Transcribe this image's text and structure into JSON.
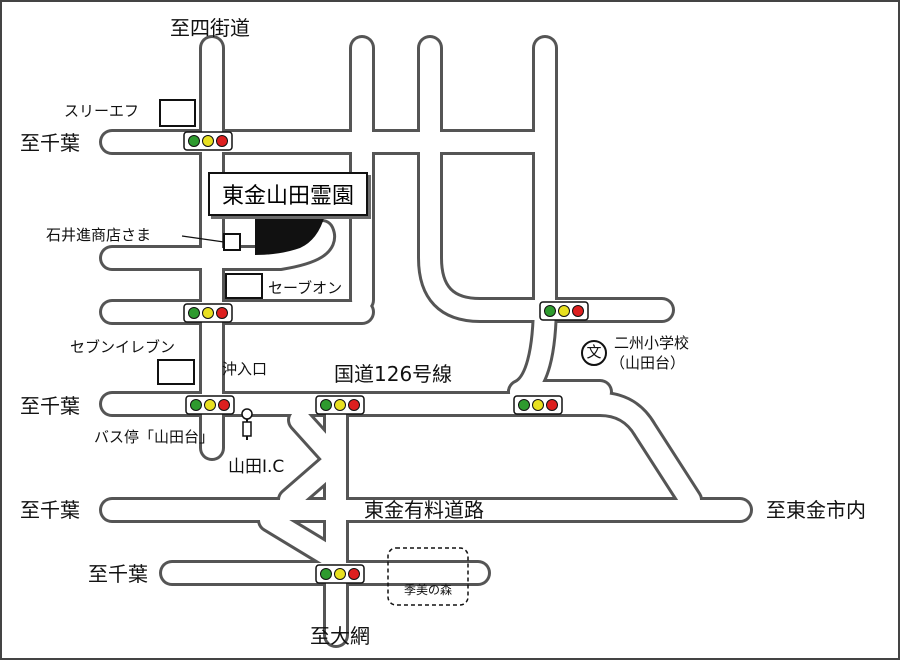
{
  "map": {
    "title": "東金山田霊園",
    "directions": {
      "north": "至四街道",
      "west_upper": "至千葉",
      "west_middle": "至千葉",
      "west_expressway": "至千葉",
      "west_lower": "至千葉",
      "south": "至大網",
      "east": "至東金市内"
    },
    "roads": {
      "national_route": "国道126号線",
      "toll_road": "東金有料道路",
      "interchange": "山田I.C",
      "intersection": "沖入口"
    },
    "landmarks": {
      "three_f": "スリーエフ",
      "ishii_shop": "石井進商店さま",
      "seven_on": "セーブオン",
      "seven_eleven": "セブンイレブン",
      "bus_stop": "バス停「山田台」",
      "school_line1": "二州小学校",
      "school_line2": "（山田台）",
      "school_symbol": "文",
      "park": "季美の森"
    },
    "colors": {
      "road_outline": "#555555",
      "road_fill": "#ffffff",
      "cemetery": "#111111",
      "signal_green": "#2e9a2e",
      "signal_yellow": "#e8e020",
      "signal_red": "#dd1f1f"
    }
  }
}
